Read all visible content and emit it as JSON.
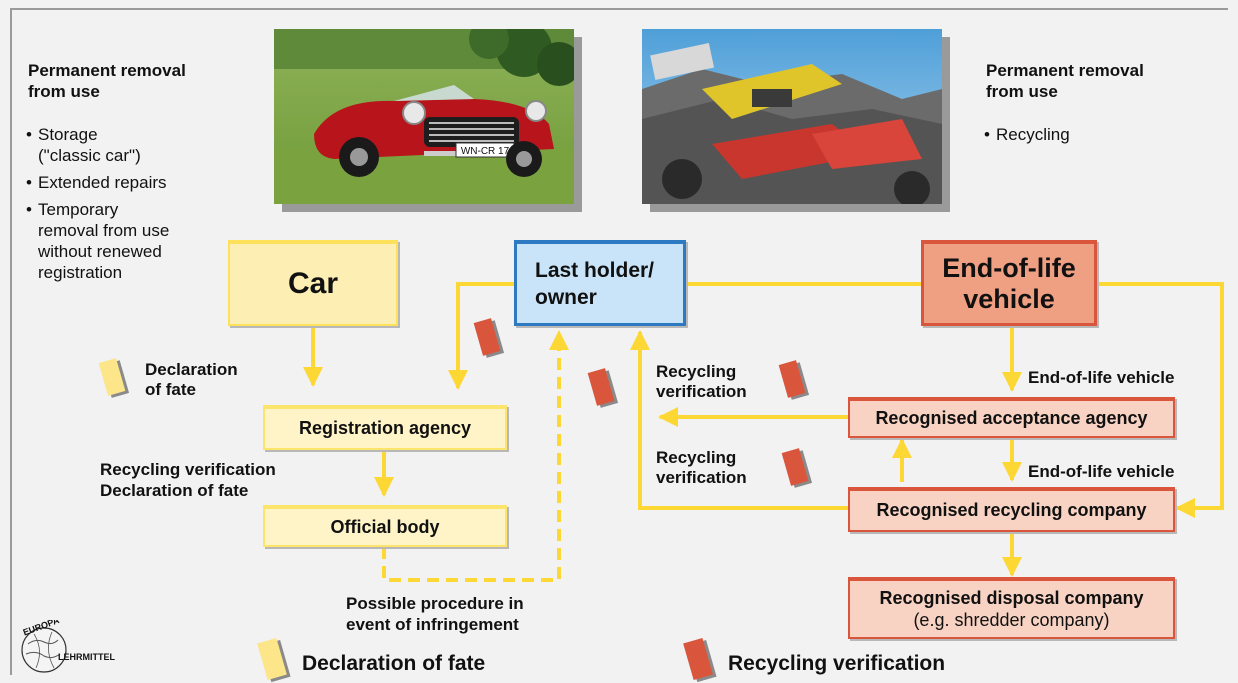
{
  "left_heading": [
    "Permanent removal",
    "from use"
  ],
  "left_bullets": [
    "Storage\n(\"classic car\")",
    "Extended repairs",
    "Temporary\nremoval from use\nwithout renewed\nregistration"
  ],
  "right_heading": [
    "Permanent removal",
    "from use"
  ],
  "right_bullets": [
    "Recycling"
  ],
  "photo_car": {
    "plate": "WN-CR 17"
  },
  "nodes": {
    "car": "Car",
    "last_holder": [
      "Last holder/",
      "owner"
    ],
    "end_of_life": [
      "End-of-life",
      "vehicle"
    ],
    "registration_agency": "Registration agency",
    "official_body": "Official body",
    "acceptance_agency": "Recognised acceptance agency",
    "recycling_company": "Recognised recycling company",
    "disposal_company": "Recognised disposal company",
    "disposal_company_note": "(e.g. shredder company)"
  },
  "labels": {
    "declaration_of_fate": [
      "Declaration",
      "of fate"
    ],
    "recycling_verification_1": [
      "Recycling",
      "verification"
    ],
    "recycling_verification_2": [
      "Recycling",
      "verification"
    ],
    "end_of_life_1": "End-of-life vehicle",
    "end_of_life_2": "End-of-life vehicle",
    "rv_df": [
      "Recycling verification",
      "Declaration of fate"
    ],
    "possible_procedure": [
      "Possible procedure in",
      "event of infringement"
    ]
  },
  "legend": {
    "declaration": "Declaration of fate",
    "recycling": "Recycling verification"
  },
  "logo": {
    "top": "EUROPA",
    "bottom": "LEHRMITTEL"
  },
  "colors": {
    "arrow_yellow": "#fdd835",
    "doc_red": "#d9553c",
    "doc_yellow": "#fde58a",
    "blue_border": "#2d79c2",
    "red_border": "#d9553c"
  }
}
